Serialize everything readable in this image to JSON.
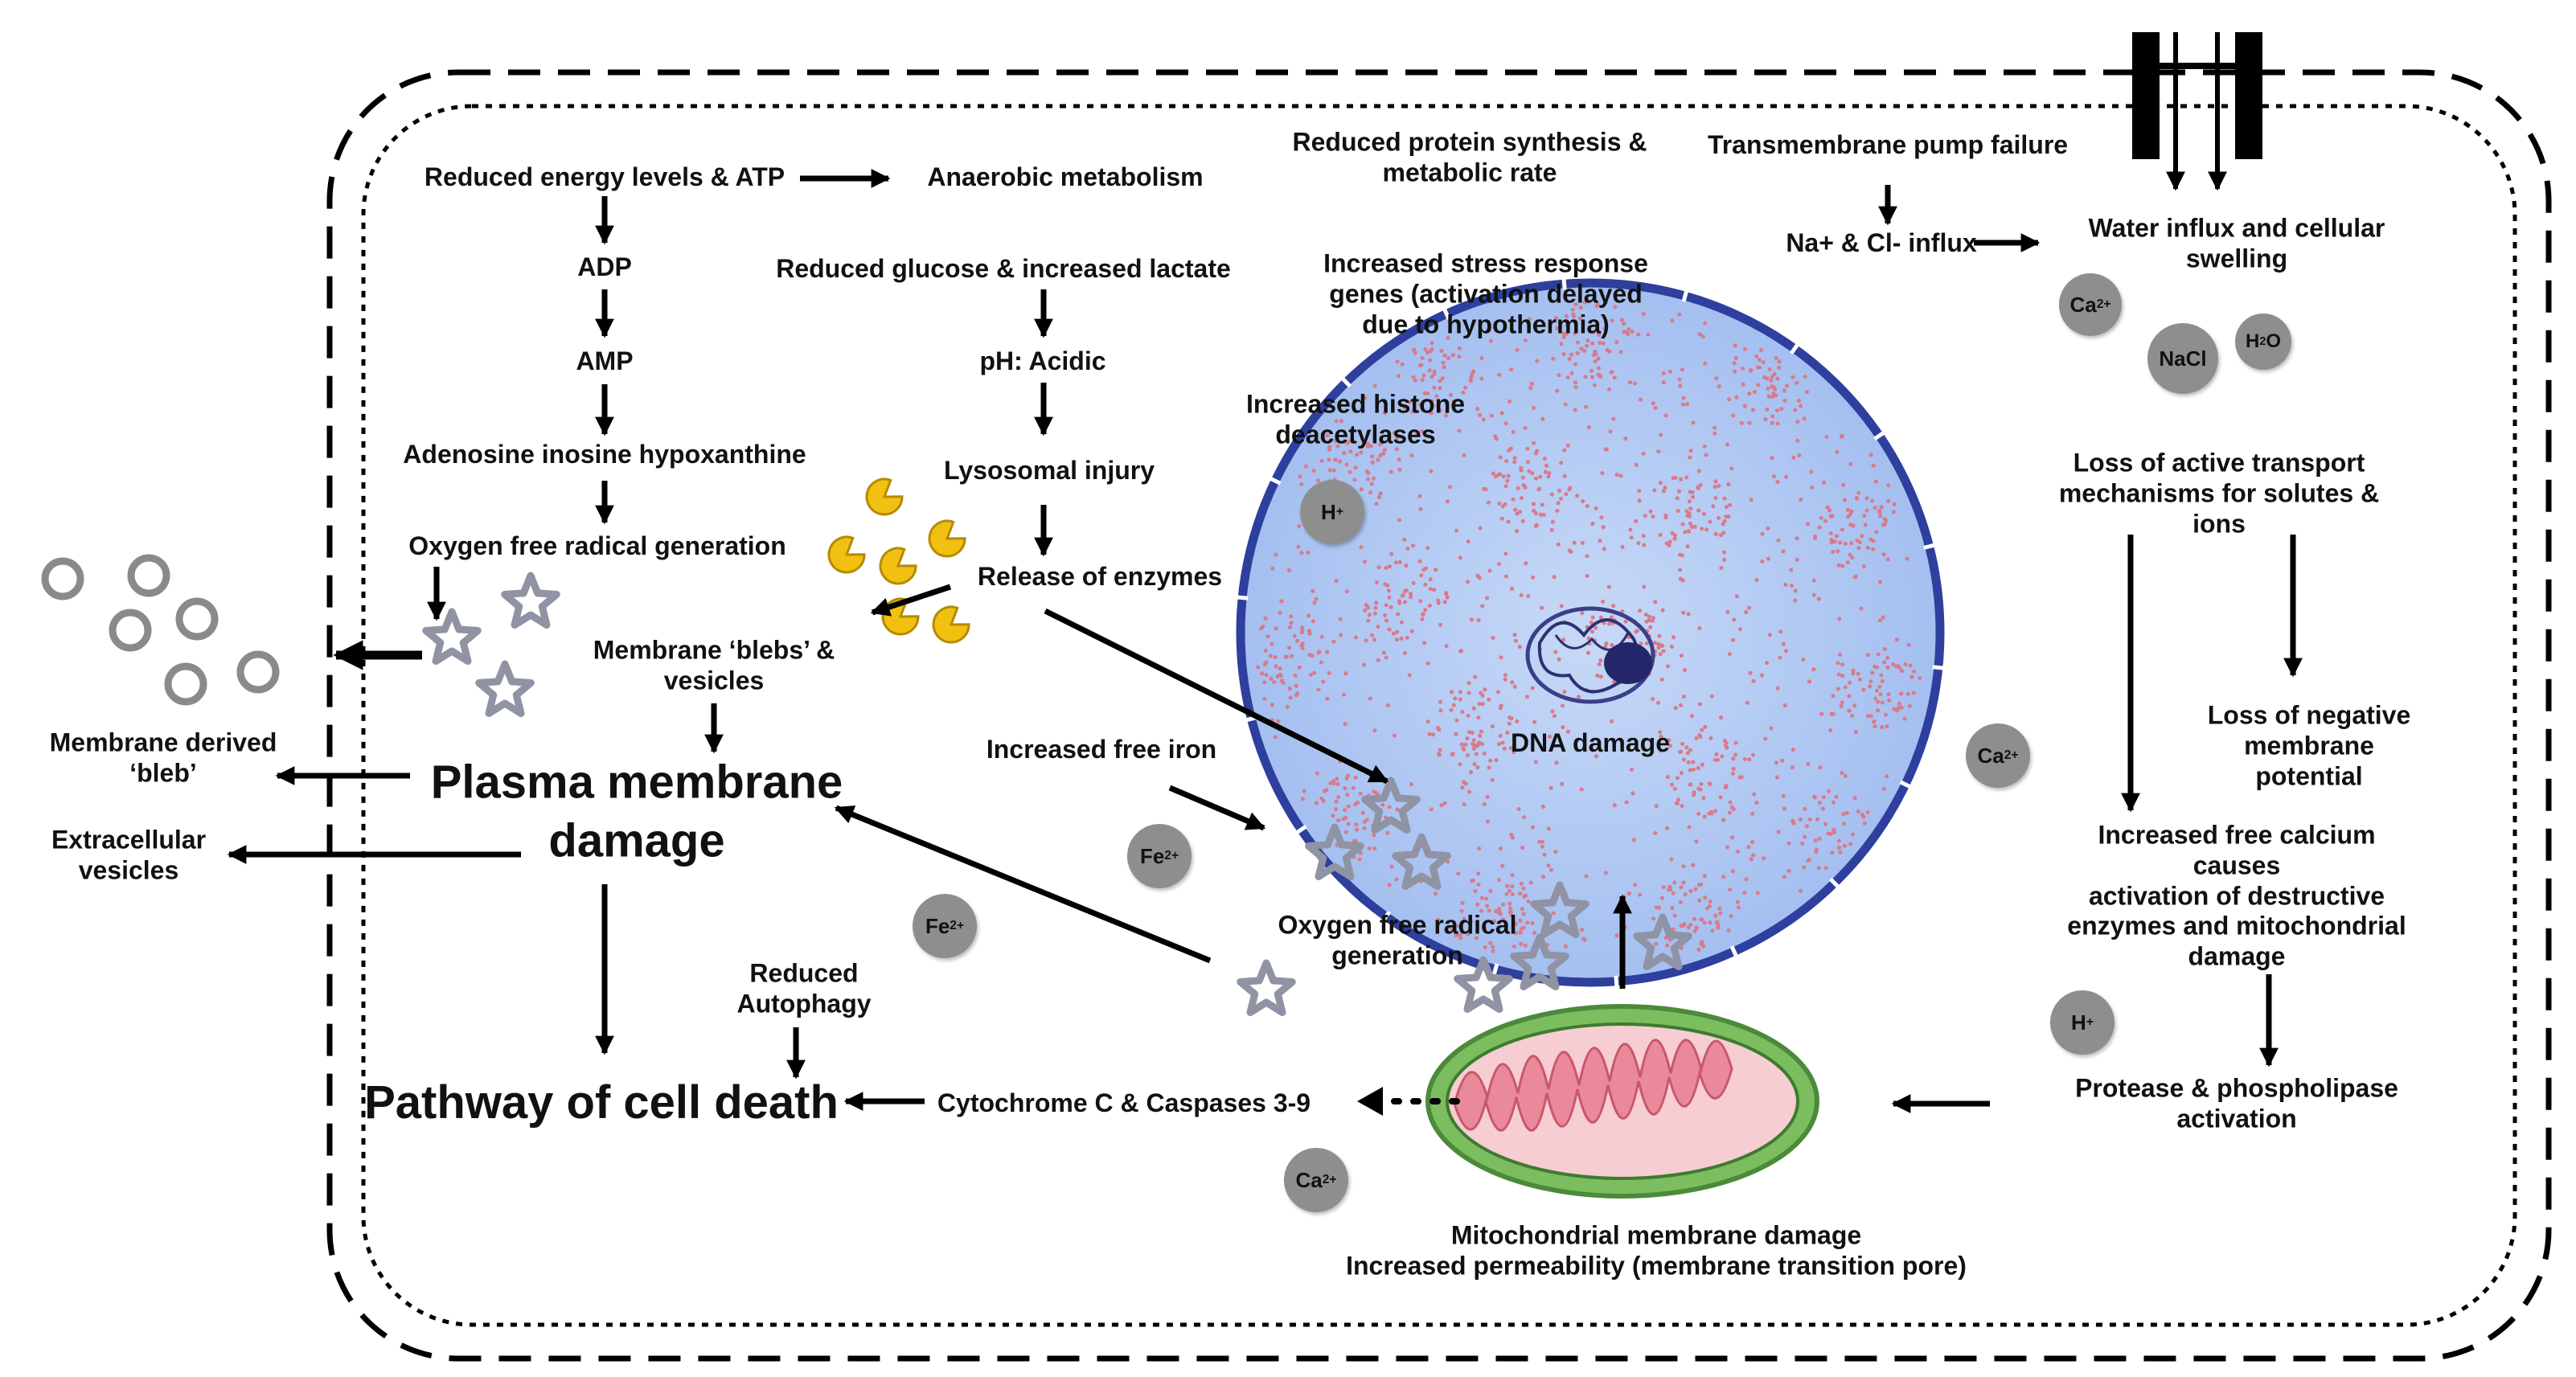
{
  "labels": {
    "reduced_energy": "Reduced energy levels & ATP",
    "anaerobic": "Anaerobic metabolism",
    "adp": "ADP",
    "amp": "AMP",
    "adenosine": "Adenosine inosine hypoxanthine",
    "oxygen_radical_left": "Oxygen free radical generation",
    "reduced_glucose": "Reduced glucose & increased lactate",
    "ph_acidic": "pH: Acidic",
    "lysosomal_injury": "Lysosomal injury",
    "release_enzymes": "Release of enzymes",
    "membrane_blebs": "Membrane ‘blebs’ &\nvesicles",
    "membrane_derived_bleb": "Membrane derived\n‘bleb’",
    "extracellular_vesicles": "Extracellular\nvesicles",
    "plasma_membrane_damage": "Plasma membrane\ndamage",
    "pathway_cell_death": "Pathway of cell death",
    "reduced_autophagy": "Reduced\nAutophagy",
    "cytochrome_c": "Cytochrome C & Caspases 3-9",
    "reduced_protein": "Reduced protein synthesis &\nmetabolic rate",
    "stress_response": "Increased stress response\ngenes (activation delayed\ndue to hypothermia)",
    "histone": "Increased histone\ndeacetylases",
    "dna_damage": "DNA damage",
    "free_iron": "Increased free iron",
    "oxygen_radical_center": "Oxygen free radical\ngeneration",
    "mito_damage": "Mitochondrial membrane damage\nIncreased permeability (membrane transition pore)",
    "pump_failure": "Transmembrane pump failure",
    "na_cl_influx": "Na+ & Cl- influx",
    "water_influx": "Water influx and cellular swelling",
    "loss_active_transport": "Loss of active transport\nmechanisms for solutes &\nions",
    "loss_negative_potential": "Loss of negative membrane\npotential",
    "free_calcium": "Increased free calcium causes\nactivation of destructive\nenzymes and mitochondrial\ndamage",
    "protease": "Protease & phospholipase activation"
  },
  "ions": {
    "ca_base": "Ca",
    "ca_sup": "2+",
    "fe_base": "Fe",
    "fe_sup": "2+",
    "h_base": "H",
    "h_sup": "+",
    "nacl": "NaCl",
    "h2o_base": "H",
    "h2o_sub": "2",
    "h2o_end": "O"
  },
  "colors": {
    "nucleus_fill": "#b3ccf2",
    "nucleus_border": "#2e3f9e",
    "nucleus_dots": "#d97a8a",
    "mito_outer": "#5a9b44",
    "mito_inner_fill": "#f6cdd2",
    "mito_cristae": "#e9899a",
    "enzyme": "#f2c011",
    "star": "#8f93a3",
    "ion": "#8e8e8e"
  }
}
